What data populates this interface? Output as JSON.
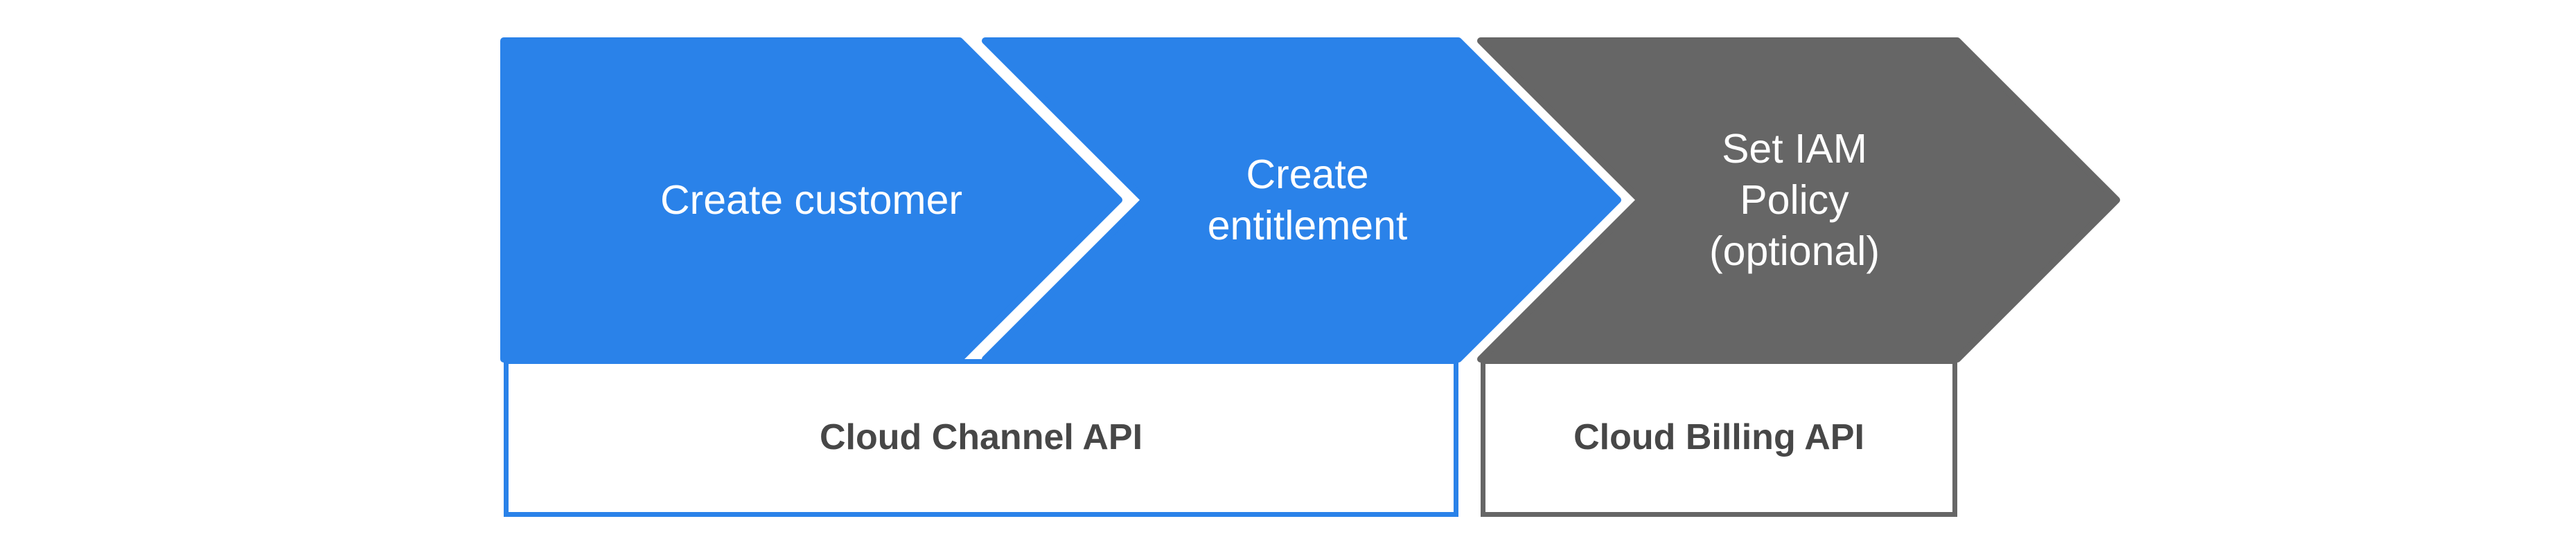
{
  "diagram": {
    "background_color": "#FFFFFF",
    "accent_blue": "#2A82E9",
    "accent_gray": "#666666",
    "box_text_color": "#474747",
    "step_text_color": "#FFFFFF",
    "steps": [
      {
        "id": "create-customer",
        "label_lines": [
          "Create customer"
        ],
        "full_label": "Create customer",
        "fill": "#2A82E9"
      },
      {
        "id": "create-entitlement",
        "label_lines": [
          "Create",
          "entitlement"
        ],
        "full_label": "Create entitlement",
        "fill": "#2A82E9"
      },
      {
        "id": "set-iam-policy",
        "label_lines": [
          "Set IAM",
          "Policy",
          "(optional)"
        ],
        "full_label": "Set IAM Policy (optional)",
        "fill": "#666666"
      }
    ],
    "api_boxes": [
      {
        "id": "cloud-channel-api",
        "label": "Cloud Channel API",
        "border_color": "#2A82E9"
      },
      {
        "id": "cloud-billing-api",
        "label": "Cloud Billing API",
        "border_color": "#666666"
      }
    ]
  }
}
